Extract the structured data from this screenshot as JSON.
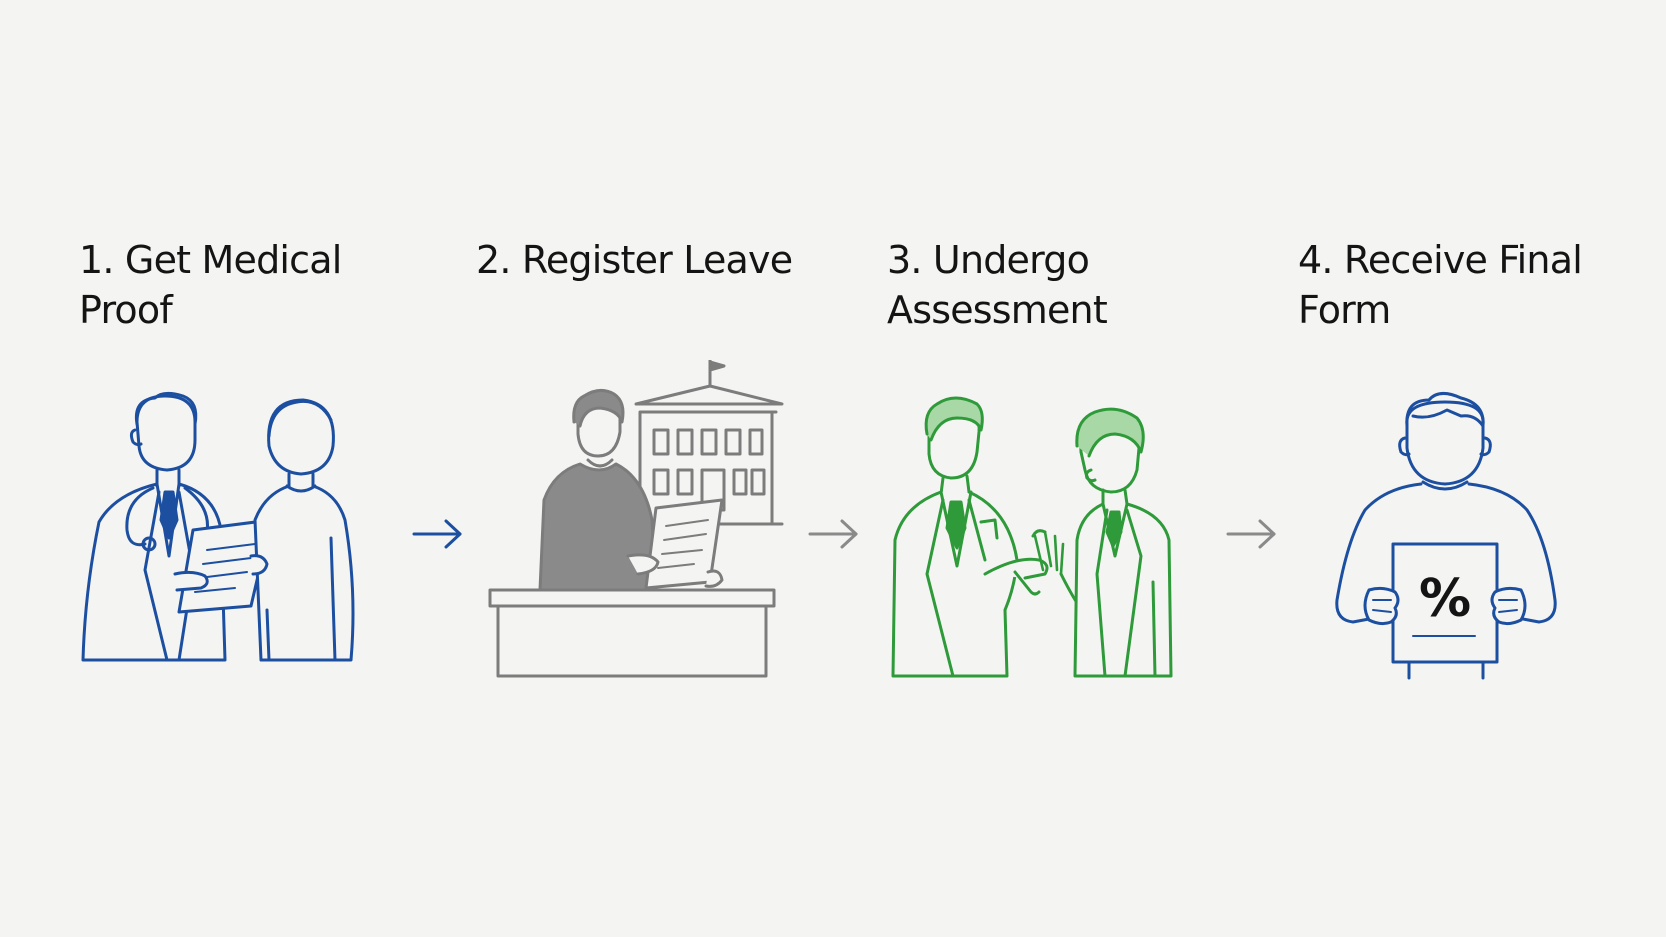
{
  "steps": [
    {
      "title_line1": "1. Get Medical",
      "title_line2": "Proof",
      "accent": "#1d4fa0",
      "icon": "doctor-patient-icon"
    },
    {
      "title_line1": "2. Register Leave",
      "title_line2": "",
      "accent": "#7c7c7c",
      "icon": "registration-desk-icon"
    },
    {
      "title_line1": "3. Undergo",
      "title_line2": "Assessment",
      "accent": "#2f9a3a",
      "icon": "assessment-meeting-icon"
    },
    {
      "title_line1": "4. Receive Final",
      "title_line2": "Form",
      "accent": "#1d4fa0",
      "icon": "person-holding-form-icon"
    }
  ],
  "form_symbol": "%",
  "arrows": [
    {
      "color": "#1d4fa0",
      "icon": "arrow-right-icon"
    },
    {
      "color": "#8a8a8a",
      "icon": "arrow-right-icon"
    },
    {
      "color": "#8a8a8a",
      "icon": "arrow-right-icon"
    }
  ]
}
